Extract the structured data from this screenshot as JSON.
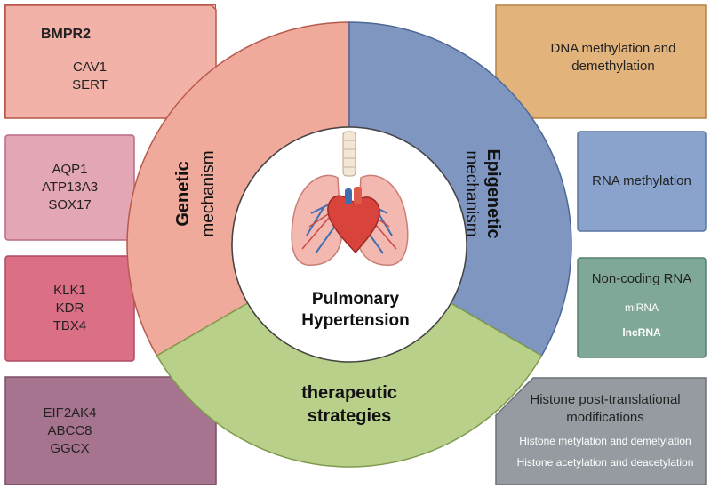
{
  "center": {
    "title_line1": "Pulmonary",
    "title_line2": "Hypertension",
    "icon": "lungs-heart-icon"
  },
  "segments": {
    "genetic": {
      "line1": "Genetic",
      "line2": "mechanism",
      "color": "#f0aa9c"
    },
    "epigenetic": {
      "line1": "Epigenetic",
      "line2": "mechanism",
      "color": "#7f96c0"
    },
    "therapeutic": {
      "line1": "therapeutic",
      "line2": "strategies",
      "color": "#b9d08a"
    }
  },
  "left_boxes": [
    {
      "bold": "BMPR2",
      "lines": [
        "CAV1",
        "SERT"
      ],
      "color": "#f2b2a8"
    },
    {
      "lines": [
        "AQP1",
        "ATP13A3",
        "SOX17"
      ],
      "color": "#e3a6b4"
    },
    {
      "lines": [
        "KLK1",
        "KDR",
        "TBX4"
      ],
      "color": "#db6f85"
    },
    {
      "lines": [
        "EIF2AK4",
        "ABCC8",
        "GGCX"
      ],
      "color": "#a7748f"
    }
  ],
  "right_boxes": {
    "dna": {
      "lines": [
        "DNA  methylation and",
        "demethylation"
      ],
      "color": "#e2b47b"
    },
    "rna": {
      "lines": [
        "RNA  methylation"
      ],
      "color": "#8aa3cc"
    },
    "noncoding": {
      "title": "Non-coding RNA",
      "sub1": "miRNA",
      "sub2": "lncRNA",
      "color": "#7fa896"
    },
    "histone": {
      "title_line1": "Histone post-translational",
      "title_line2": "modifications",
      "sub1": "Histone metylation and demetylation",
      "sub2": "Histone acetylation and deacetylation",
      "color": "#959ba0"
    }
  }
}
